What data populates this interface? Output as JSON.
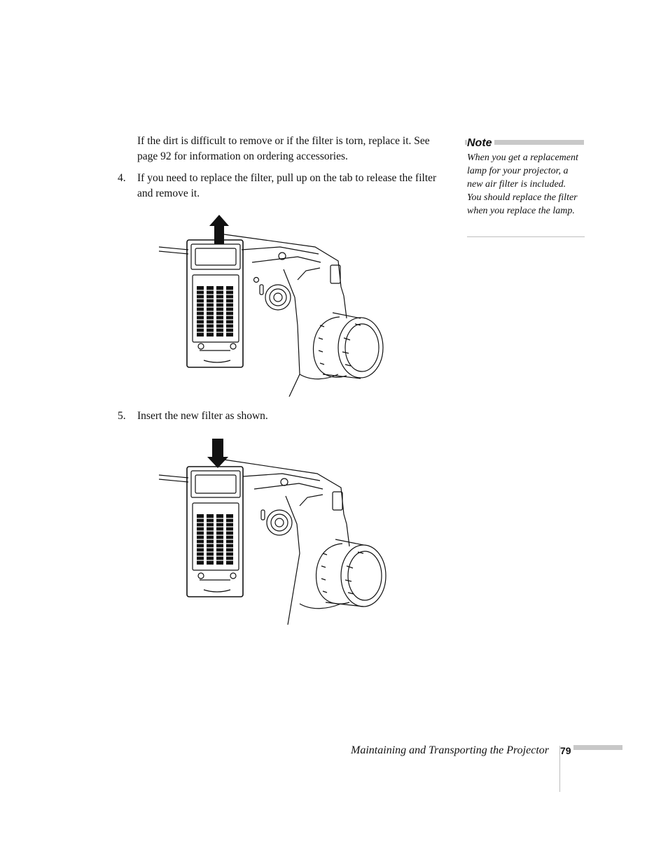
{
  "body": {
    "intro": "If the dirt is difficult to remove or if the filter is torn, replace it. See page 92 for information on ordering accessories.",
    "steps": [
      {
        "number": "4.",
        "text": "If you need to replace the filter, pull up on the tab to release the filter and remove it."
      },
      {
        "number": "5.",
        "text": "Insert the new filter as shown."
      }
    ]
  },
  "note": {
    "heading": "Note",
    "text": "When you get a replacement lamp for your projector, a new air filter is included. You should replace the filter when you replace the lamp."
  },
  "figures": [
    {
      "name": "filter-removal-illustration",
      "arrow": "up-arrow-icon"
    },
    {
      "name": "filter-insertion-illustration",
      "arrow": "down-arrow-icon"
    }
  ],
  "footer": {
    "title": "Maintaining and Transporting the Projector",
    "page_number": "79"
  }
}
